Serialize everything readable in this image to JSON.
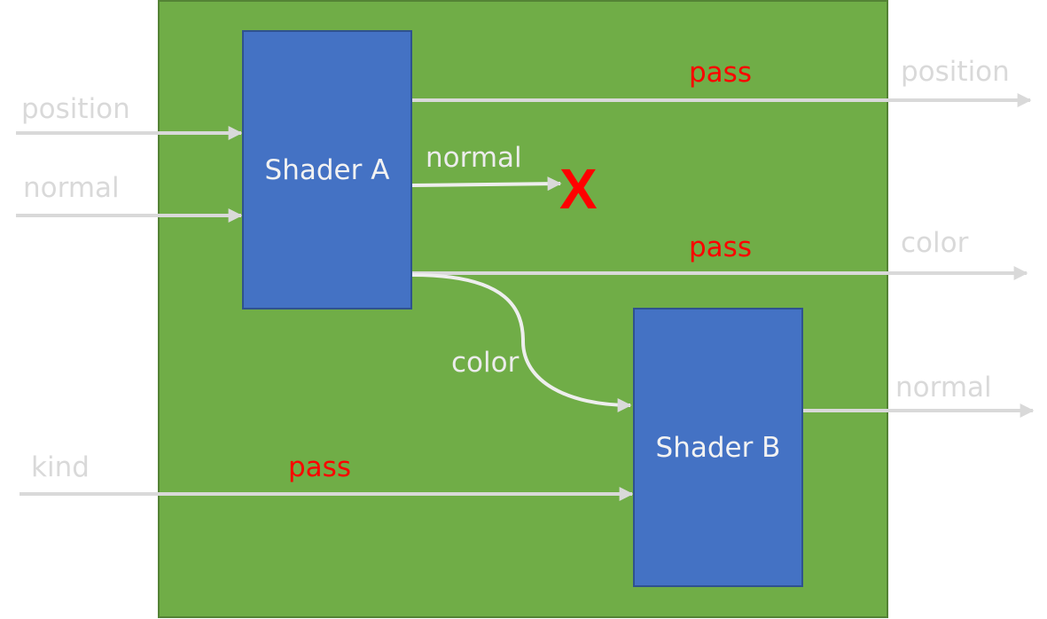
{
  "shader_a": {
    "label": "Shader A"
  },
  "shader_b": {
    "label": "Shader B"
  },
  "inputs": {
    "position": "position",
    "normal": "normal",
    "kind": "kind"
  },
  "outputs": {
    "position": "position",
    "color": "color",
    "normal": "normal"
  },
  "internal": {
    "normal": "normal",
    "color": "color",
    "dropped_mark": "X"
  },
  "pass_labels": {
    "position": "pass",
    "color": "pass",
    "kind": "pass"
  },
  "colors": {
    "container": "#70ad47",
    "shader": "#4472c4",
    "arrow": "#d9d9d9",
    "pass": "#ff0000"
  }
}
